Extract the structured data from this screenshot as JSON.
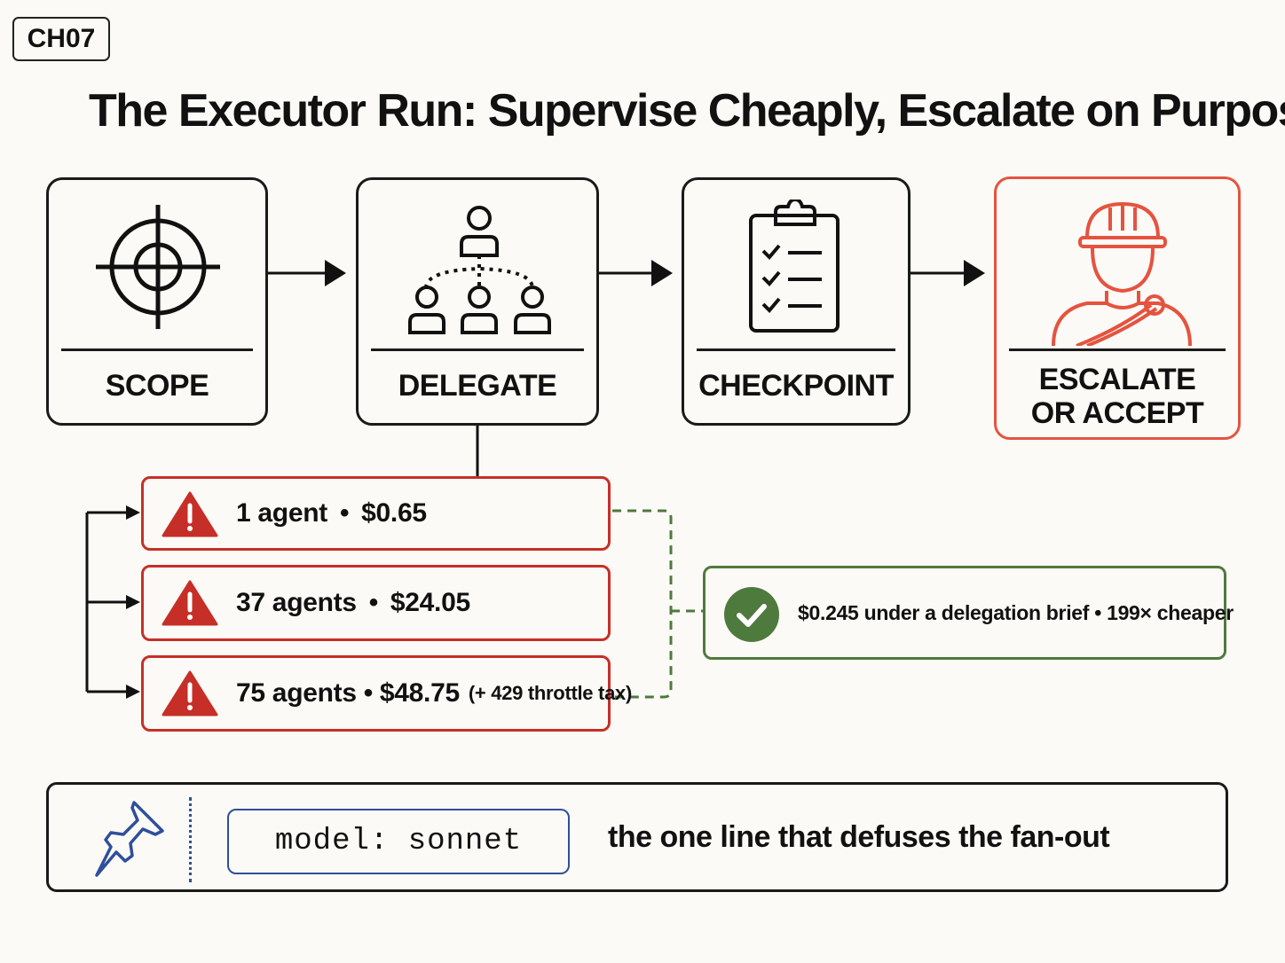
{
  "header": {
    "tag": "CH07",
    "title": "The Executor Run: Supervise Cheaply, Escalate on Purpose"
  },
  "steps": [
    {
      "label": "SCOPE",
      "icon": "crosshair-icon"
    },
    {
      "label": "DELEGATE",
      "icon": "org-chart-icon"
    },
    {
      "label": "CHECKPOINT",
      "icon": "clipboard-checklist-icon"
    },
    {
      "label_line1": "ESCALATE",
      "label_line2": "OR ACCEPT",
      "icon": "hardhat-worker-icon",
      "accent": "#e5533f"
    }
  ],
  "fanout": [
    {
      "agents": "1 agent",
      "cost": "$0.65",
      "note": ""
    },
    {
      "agents": "37 agents",
      "cost": "$24.05",
      "note": ""
    },
    {
      "agents": "75 agents",
      "cost": "$48.75",
      "note": "(+ 429 throttle tax)"
    }
  ],
  "separator": "•",
  "result": {
    "text": "$0.245 under a delegation brief • 199× cheaper",
    "icon": "check-circle-icon"
  },
  "note": {
    "code": "model: sonnet",
    "caption": "the one line that defuses the fan-out",
    "icon": "pushpin-icon"
  },
  "colors": {
    "warning": "#c62f27",
    "success": "#4e7a3d",
    "accent": "#e5533f",
    "code_border": "#2f4f9a"
  }
}
